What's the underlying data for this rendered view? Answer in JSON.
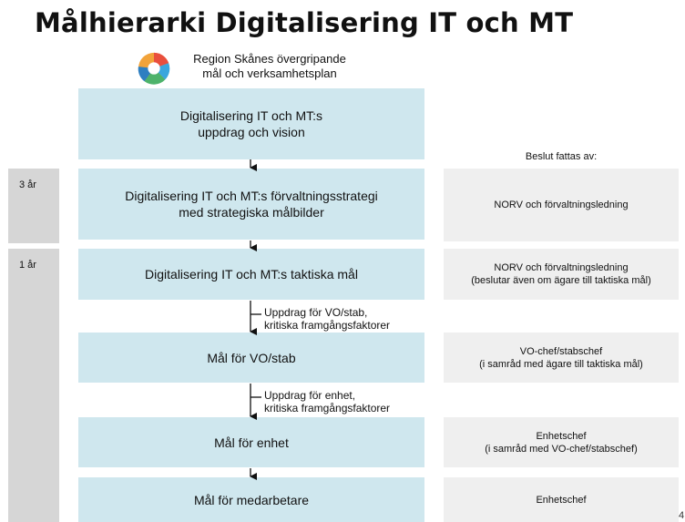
{
  "title": "Målhierarki Digitalisering IT och MT",
  "header": {
    "text": "Region Skånes övergripande\nmål och verksamhetsplan",
    "logo_icon": "region-skane-logo"
  },
  "periods": [
    {
      "label": "3 år"
    },
    {
      "label": "1 år"
    }
  ],
  "decided_by_heading": "Beslut fattas av:",
  "stages": [
    {
      "label": "Digitalisering IT och MT:s\nuppdrag och vision",
      "decided_by": ""
    },
    {
      "label": "Digitalisering IT och MT:s förvaltningsstrategi\nmed strategiska målbilder",
      "decided_by": "NORV och förvaltningsledning"
    },
    {
      "label": "Digitalisering IT och MT:s taktiska mål",
      "decided_by": "NORV och förvaltningsledning\n(beslutar även om ägare till taktiska mål)"
    },
    {
      "label": "Mål för VO/stab",
      "decided_by": "VO-chef/stabschef\n(i samråd med ägare till taktiska mål)"
    },
    {
      "label": "Mål för enhet",
      "decided_by": "Enhetschef\n(i samråd med VO-chef/stabschef)"
    },
    {
      "label": "Mål för medarbetare",
      "decided_by": "Enhetschef"
    }
  ],
  "mandates": [
    {
      "text": "Uppdrag för VO/stab,\nkritiska framgångsfaktorer"
    },
    {
      "text": "Uppdrag för enhet,\nkritiska framgångsfaktorer"
    }
  ],
  "page_number": "4",
  "colors": {
    "stage_fill": "#cfe7ee",
    "decision_fill": "#efefef",
    "period_fill": "#d6d6d6"
  }
}
